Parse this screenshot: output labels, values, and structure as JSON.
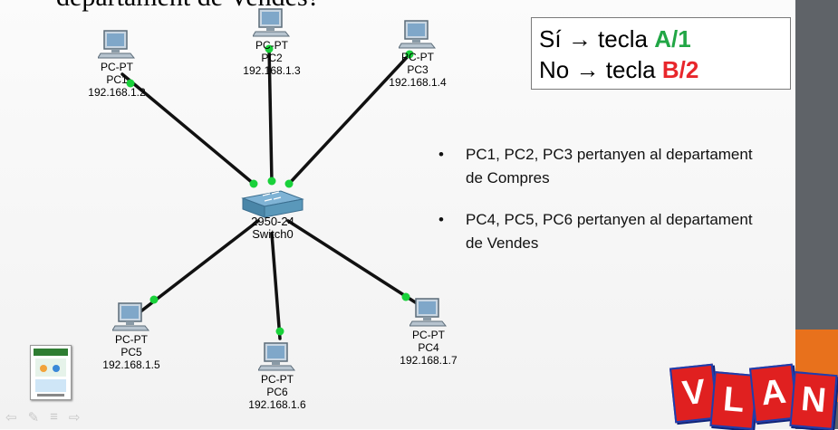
{
  "slide": {
    "title": "departament de Vendes?"
  },
  "answer_box": {
    "yes_prefix": "Sí",
    "arrow": "→",
    "yes_text": "tecla",
    "yes_key": "A/1",
    "no_prefix": "No",
    "no_text": "tecla",
    "no_key": "B/2"
  },
  "bullets": [
    "PC1, PC2, PC3 pertanyen al departament de Compres",
    "PC4, PC5, PC6 pertanyen al departament de Vendes"
  ],
  "bullet_symbol": "•",
  "switch": {
    "model": "2950-24",
    "name": "Switch0"
  },
  "pcs": [
    {
      "type": "PC-PT",
      "name": "PC1",
      "ip": "192.168.1.2"
    },
    {
      "type": "PC-PT",
      "name": "PC2",
      "ip": "192.168.1.3"
    },
    {
      "type": "PC-PT",
      "name": "PC3",
      "ip": "192.168.1.4"
    },
    {
      "type": "PC-PT",
      "name": "PC5",
      "ip": "192.168.1.5"
    },
    {
      "type": "PC-PT",
      "name": "PC6",
      "ip": "192.168.1.6"
    },
    {
      "type": "PC-PT",
      "name": "PC4",
      "ip": "192.168.1.7"
    }
  ],
  "logo": {
    "letters": [
      "V",
      "L",
      "A",
      "N"
    ]
  },
  "nav_icons": [
    "arrow-left-icon",
    "pen-icon",
    "menu-icon",
    "arrow-right-icon"
  ],
  "nav_glyphs": [
    "⇦",
    "✎",
    "≡",
    "⇨"
  ],
  "colors": {
    "link_dot": "#19d13a",
    "link_line": "#111111",
    "key_yes": "#21a645",
    "key_no": "#e8262b",
    "side_band": "#5f6368",
    "side_accent": "#e8711c",
    "logo_red": "#e02020",
    "logo_blue": "#1b3fb0"
  }
}
